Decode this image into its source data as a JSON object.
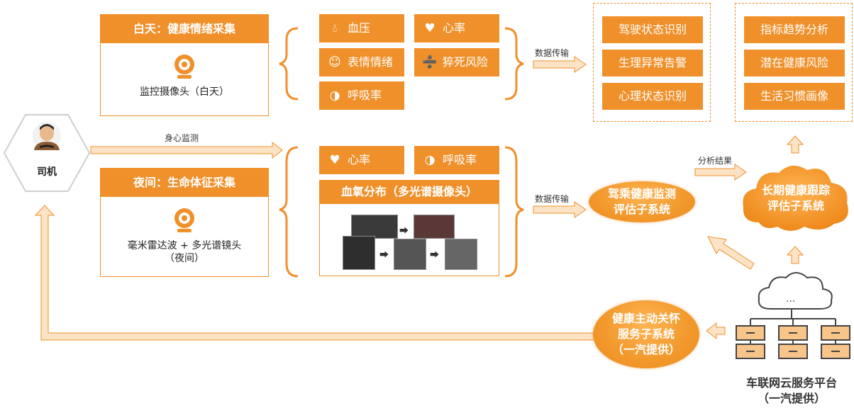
{
  "driver": {
    "label": "司机"
  },
  "links": {
    "body_monitor": "身心监测",
    "data_transfer_top": "数据传输",
    "data_transfer_mid": "数据传输",
    "analysis_result": "分析结果"
  },
  "day_panel": {
    "title": "白天：健康情绪采集",
    "device": "监控摄像头（白天）"
  },
  "night_panel": {
    "title": "夜间：生命体征采集",
    "device_line1": "毫米雷达波 + 多光谱镜头",
    "device_line2": "（夜间）"
  },
  "day_metrics": [
    {
      "label": "血压",
      "icon": "blood-drop-icon"
    },
    {
      "label": "心率",
      "icon": "heart-rate-icon"
    },
    {
      "label": "表情情绪",
      "icon": "smiley-icon"
    },
    {
      "label": "猝死风险",
      "icon": "falling-person-icon"
    },
    {
      "label": "呼吸率",
      "icon": "head-profile-icon"
    }
  ],
  "night_metrics": [
    {
      "label": "心率",
      "icon": "heart-rate-icon"
    },
    {
      "label": "呼吸率",
      "icon": "head-profile-icon"
    }
  ],
  "spo2": {
    "title": "血氧分布（多光谱摄像头）"
  },
  "driving_states": [
    "驾驶状态识别",
    "生理异常告警",
    "心理状态识别"
  ],
  "long_term": [
    "指标趋势分析",
    "潜在健康风险",
    "生活习惯画像"
  ],
  "subsystems": {
    "monitor_line1": "驾乘健康监测",
    "monitor_line2": "评估子系统",
    "long_term_line1": "长期健康跟踪",
    "long_term_line2": "评估子系统",
    "care_line1": "健康主动关怀",
    "care_line2": "服务子系统",
    "care_line3": "（一汽提供）"
  },
  "platform": {
    "line1": "车联网云服务平台",
    "line2": "（一汽提供）"
  },
  "colors": {
    "accent": "#f0902a",
    "arrow_fill": "#fde3c5"
  }
}
